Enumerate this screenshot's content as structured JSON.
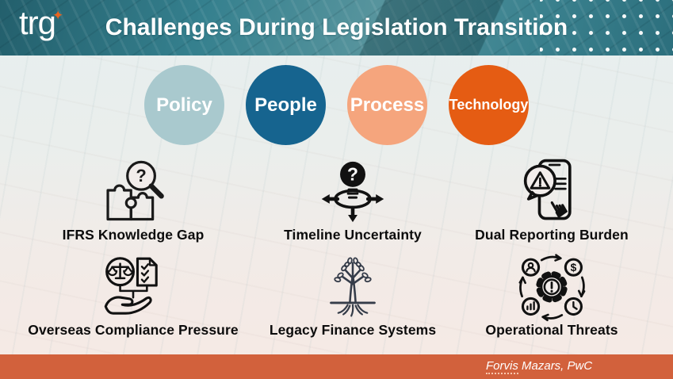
{
  "header": {
    "logo_text": "trg",
    "sparkle": "✦",
    "title": "Challenges During Legislation Transition"
  },
  "pillars": [
    {
      "label": "Policy",
      "color": "#a9c9ce"
    },
    {
      "label": "People",
      "color": "#16648f"
    },
    {
      "label": "Process",
      "color": "#f5a57d"
    },
    {
      "label": "Technology",
      "color": "#e55c13"
    }
  ],
  "challenges": [
    {
      "label": "IFRS Knowledge Gap",
      "icon": "puzzle-magnifier-icon"
    },
    {
      "label": "Timeline Uncertainty",
      "icon": "question-direction-arrows-icon"
    },
    {
      "label": "Dual Reporting Burden",
      "icon": "phone-warning-hand-icon"
    },
    {
      "label": "Overseas Compliance Pressure",
      "icon": "hand-scale-checklist-icon"
    },
    {
      "label": "Legacy Finance Systems",
      "icon": "tree-roots-icon"
    },
    {
      "label": "Operational Threats",
      "icon": "gear-alert-cycle-icon"
    }
  ],
  "footer": {
    "attribution_word": "Forvis",
    "attribution_rest": " Mazars, PwC"
  },
  "colors": {
    "header_teal": "#2f7b88",
    "footer_orange": "#d2613c",
    "logo_spark_orange": "#e8641f",
    "background_top": "#e6efef",
    "background_bottom": "#f6e9e4",
    "icon_black": "#1a1a1a",
    "tree_navy": "#333a47"
  }
}
